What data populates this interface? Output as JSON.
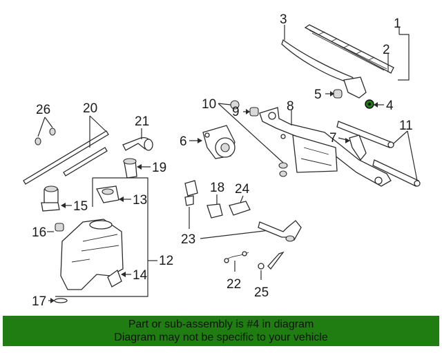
{
  "callouts": {
    "c1": "1",
    "c2": "2",
    "c3": "3",
    "c4": "4",
    "c5": "5",
    "c6": "6",
    "c7": "7",
    "c8": "8",
    "c9": "9",
    "c10": "10",
    "c11": "11",
    "c12": "12",
    "c13": "13",
    "c14": "14",
    "c15": "15",
    "c16": "16",
    "c17": "17",
    "c18": "18",
    "c19": "19",
    "c20": "20",
    "c21": "21",
    "c22": "22",
    "c23": "23",
    "c24": "24",
    "c25": "25",
    "c26": "26"
  },
  "highlight": {
    "part": "4",
    "color": "#1f7d12"
  },
  "banner": {
    "line1": "Part or sub-assembly is #4 in diagram",
    "line2": "Diagram may not be specific to your vehicle",
    "background": "#1f7d12"
  }
}
